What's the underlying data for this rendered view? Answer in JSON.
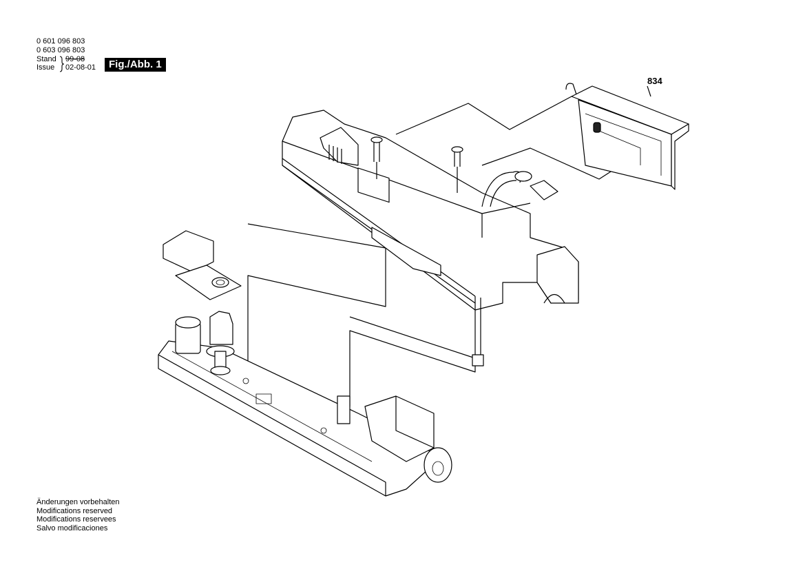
{
  "header": {
    "part_numbers": [
      "0 601 096 803",
      "0 603 096 803"
    ],
    "stand_label": "Stand",
    "issue_label": "Issue",
    "stand_old_value": "99-08",
    "issue_value": "02-08-01",
    "figure_label": "Fig./Abb. 1"
  },
  "callouts": [
    {
      "label": "834"
    }
  ],
  "footer": {
    "notes": [
      "Änderungen vorbehalten",
      "Modifications reserved",
      "Modifications reservees",
      "Salvo modificaciones"
    ]
  }
}
